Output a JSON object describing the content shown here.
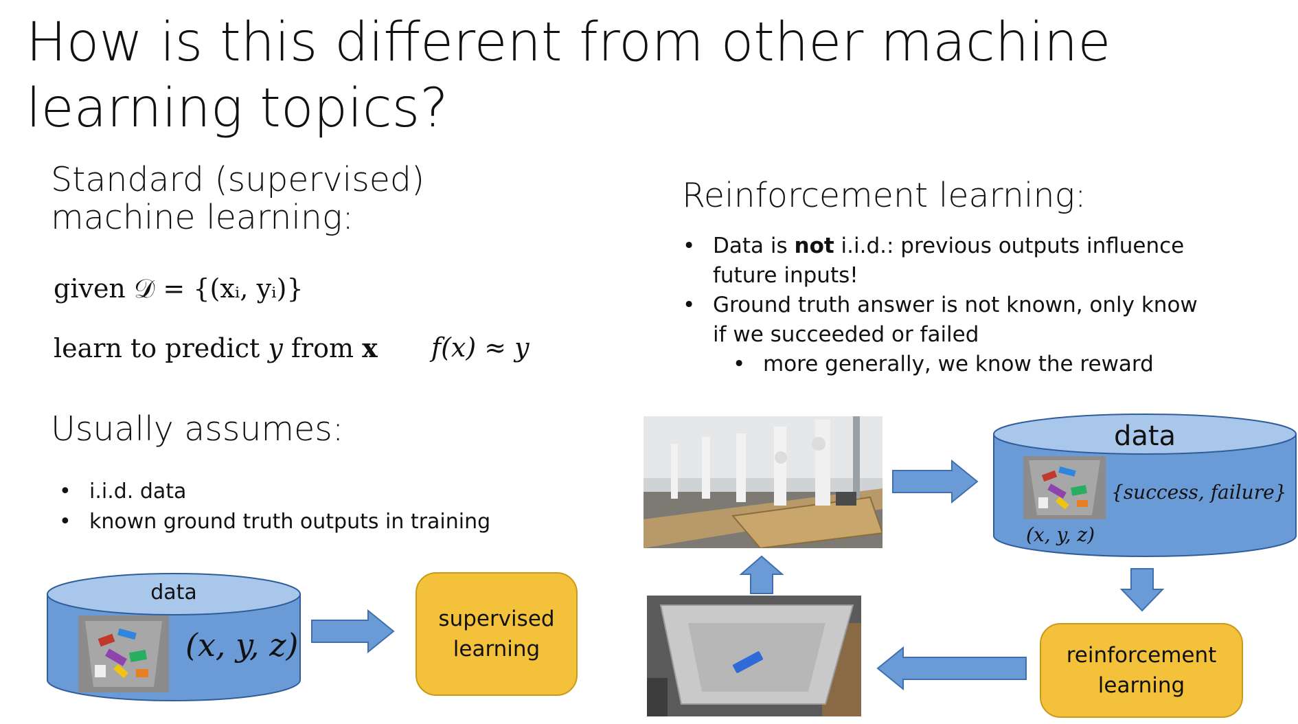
{
  "slide": {
    "title_line1": "How is this different from other machine",
    "title_line2": "learning topics?"
  },
  "supervised": {
    "heading_line1": "Standard (supervised)",
    "heading_line2": "machine learning:",
    "formula_given_word": "given",
    "formula_given_math": "𝒟 = {(xᵢ, yᵢ)}",
    "formula_learn_words": "learn to predict",
    "formula_learn_y": "y",
    "formula_learn_from": "from",
    "formula_learn_x": "x",
    "formula_f": "f(x) ≈ y",
    "assumes_heading": "Usually assumes:",
    "assumptions": [
      "i.i.d. data",
      "known ground truth outputs in training"
    ],
    "diagram": {
      "data_label": "data",
      "data_math": "(x, y, z)",
      "box_label_line1": "supervised",
      "box_label_line2": "learning"
    }
  },
  "rl": {
    "heading": "Reinforcement learning:",
    "bullet1_pre": "Data is ",
    "bullet1_bold": "not",
    "bullet1_post": " i.i.d.: previous outputs influence future inputs!",
    "bullet2": "Ground truth answer is not known, only know if we succeeded or failed",
    "sub_bullet": "more generally, we know the reward",
    "diagram": {
      "data_label": "data",
      "outcome_math": "{success, failure}",
      "coord_math": "(x, y, z)",
      "box_label_line1": "reinforcement",
      "box_label_line2": "learning"
    }
  },
  "colors": {
    "cylinder_fill": "#6b9bd6",
    "cylinder_top": "#a9c6eb",
    "cylinder_stroke": "#2f5d9a",
    "arrow_fill": "#6b9bd6",
    "arrow_stroke": "#3f6fae",
    "box_fill": "#f3c13a",
    "box_stroke": "#c99a18"
  }
}
